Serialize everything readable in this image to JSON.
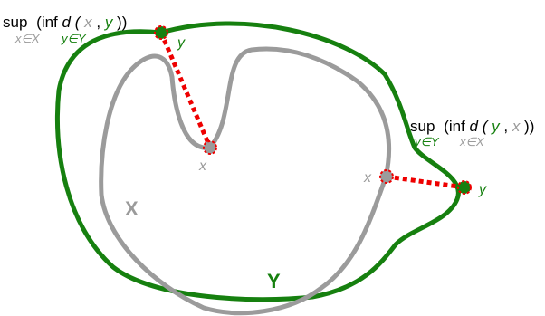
{
  "colors": {
    "set_x": "#9b9b9b",
    "set_y": "#16800f",
    "segment": "#ee0000",
    "text": "#000000"
  },
  "sets": {
    "x_name": "X",
    "y_name": "Y"
  },
  "formula_left": {
    "sup": "sup",
    "open": "(inf ",
    "d": "d",
    "paren_open": "(",
    "var1": "x",
    "comma": ",",
    "var2": "y",
    "close": "))",
    "sub_x": "x∈X",
    "sub_y": "y∈Y"
  },
  "formula_right": {
    "sup": "sup",
    "open": "(inf ",
    "d": "d",
    "paren_open": "(",
    "var1": "y",
    "comma": ",",
    "var2": "x",
    "close": "))",
    "sub_y": "y∈Y",
    "sub_x": "x∈X"
  },
  "points": {
    "top_y": "y",
    "inner_x": "x",
    "right_x": "x",
    "right_y": "y"
  }
}
